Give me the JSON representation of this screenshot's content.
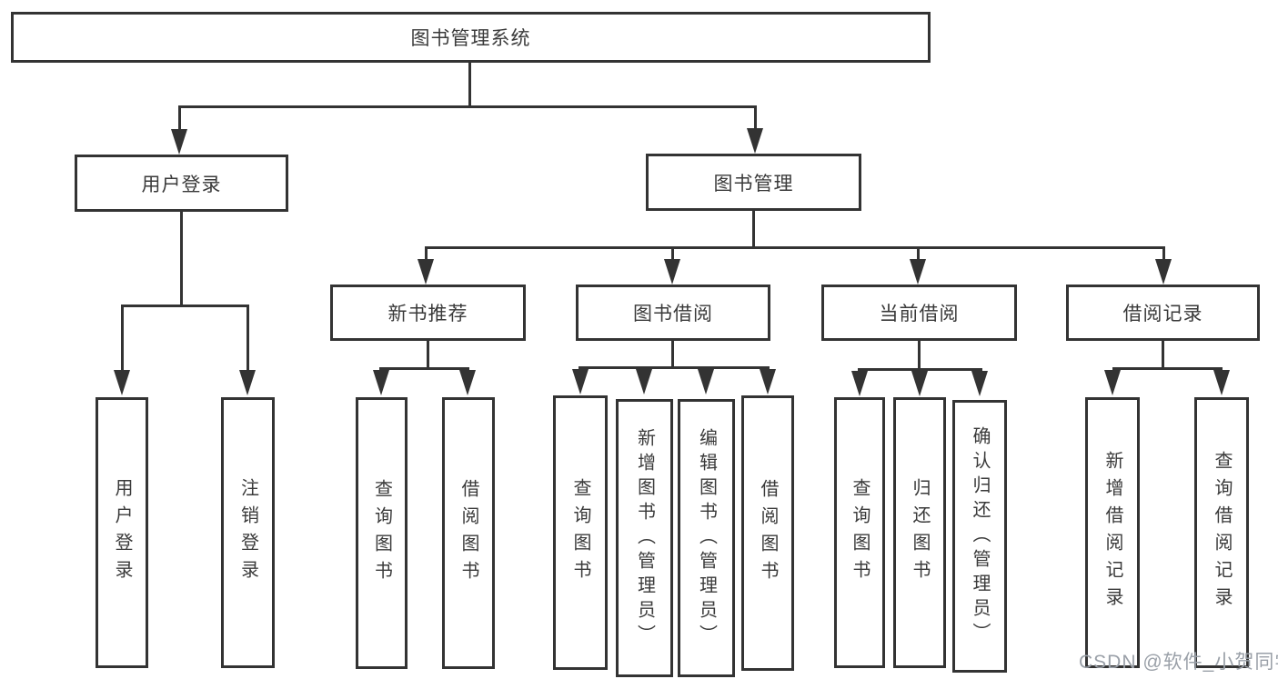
{
  "root": {
    "label": "图书管理系统"
  },
  "branches": {
    "user_login": {
      "label": "用户登录",
      "children": {
        "login": {
          "label": "用户登录"
        },
        "logout": {
          "label": "注销登录"
        }
      }
    },
    "book_mgmt": {
      "label": "图书管理",
      "sections": {
        "new_rec": {
          "label": "新书推荐",
          "children": {
            "query": {
              "label": "查询图书"
            },
            "borrow": {
              "label": "借阅图书"
            }
          }
        },
        "borrow": {
          "label": "图书借阅",
          "children": {
            "query": {
              "label": "查询图书"
            },
            "add": {
              "label": "新增图书（管理员）"
            },
            "edit": {
              "label": "编辑图书（管理员）"
            },
            "borrow": {
              "label": "借阅图书"
            }
          }
        },
        "current": {
          "label": "当前借阅",
          "children": {
            "query": {
              "label": "查询图书"
            },
            "return": {
              "label": "归还图书"
            },
            "confirm": {
              "label": "确认归还（管理员）"
            }
          }
        },
        "records": {
          "label": "借阅记录",
          "children": {
            "add": {
              "label": "新增借阅记录"
            },
            "query": {
              "label": "查询借阅记录"
            }
          }
        }
      }
    }
  },
  "watermark": "CSDN @软件_小贺同学",
  "colors": {
    "line": "#333333",
    "text": "#3a3a3a",
    "watermark": "#9aa0a8",
    "background": "#ffffff"
  }
}
